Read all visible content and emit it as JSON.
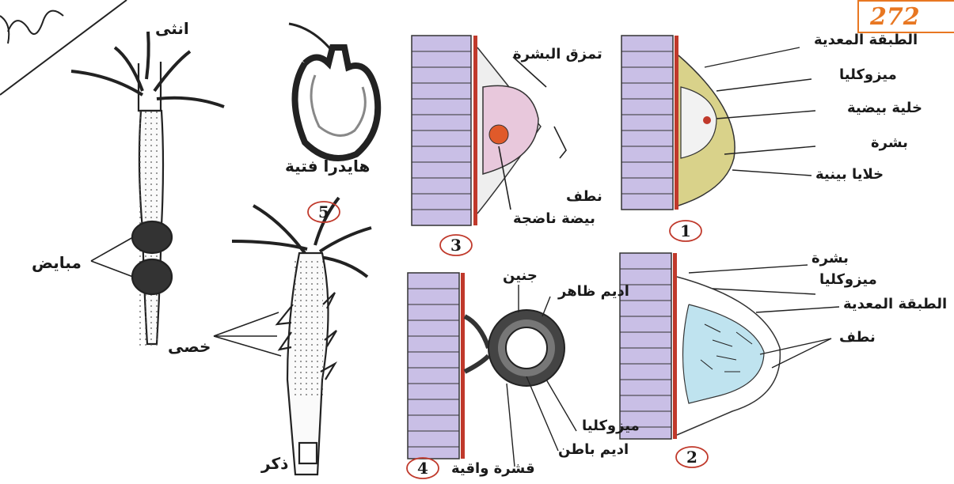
{
  "page_number": "272",
  "hydra_female": {
    "label": "انثى",
    "ovaries_label": "مبايض"
  },
  "hydra_male": {
    "label": "ذكر",
    "testes_label": "خصى"
  },
  "young_hydra": {
    "label": "هايدرا فتية",
    "number": "5"
  },
  "stage1": {
    "number": "1",
    "labels": [
      "الطبقة المعدية",
      "ميزوكليا",
      "خلية بيضية",
      "بشرة",
      "خلايا بينية"
    ]
  },
  "stage2": {
    "number": "2",
    "labels": [
      "بشرة",
      "ميزوكليا",
      "الطبقة المعدية",
      "نطف"
    ]
  },
  "stage3": {
    "number": "3",
    "labels": [
      "تمزق البشرة",
      "نطف",
      "بيضة ناضجة"
    ]
  },
  "stage4": {
    "number": "4",
    "labels": [
      "جنين",
      "اديم ظاهر",
      "ميزوكليا",
      "اديم باطن",
      "قشرة واقية"
    ]
  }
}
